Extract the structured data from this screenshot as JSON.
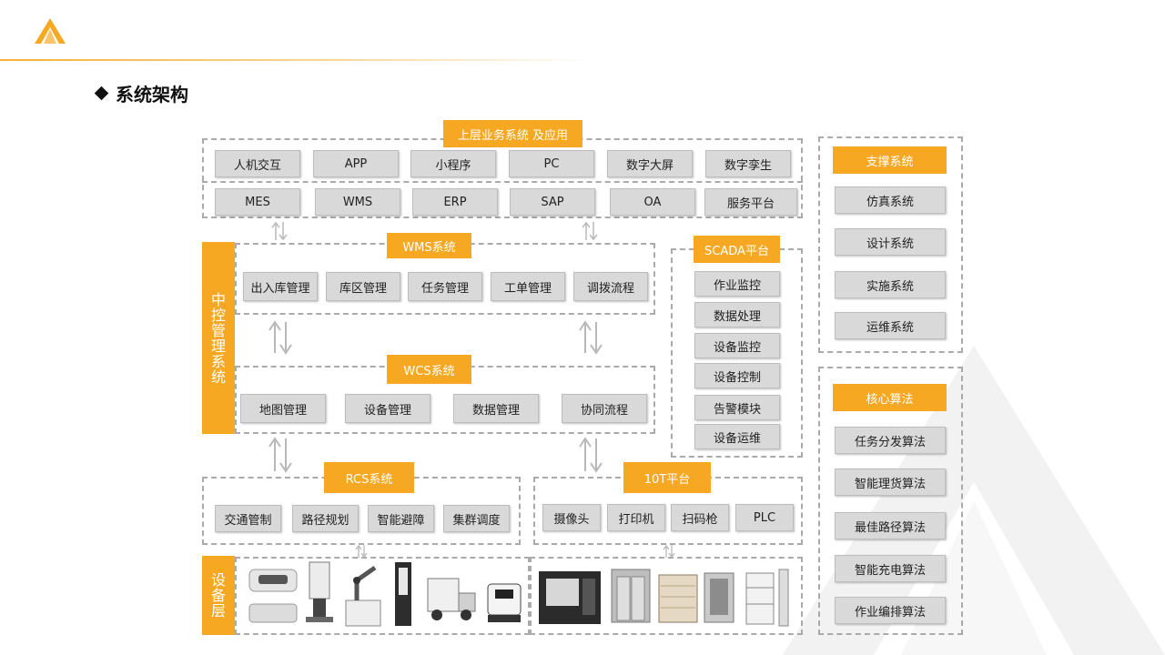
{
  "page": {
    "title": "系统架构"
  },
  "top_layer": {
    "title": "上层业务系统 及应用",
    "row1": [
      "人机交互",
      "APP",
      "小程序",
      "PC",
      "数字大屏",
      "数字孪生"
    ],
    "row2": [
      "MES",
      "WMS",
      "ERP",
      "SAP",
      "OA",
      "服务平台"
    ]
  },
  "central": {
    "label_chars": [
      "中",
      "控",
      "管",
      "理",
      "系",
      "统"
    ]
  },
  "wms": {
    "title": "WMS系统",
    "items": [
      "出入库管理",
      "库区管理",
      "任务管理",
      "工单管理",
      "调拨流程"
    ]
  },
  "wcs": {
    "title": "WCS系统",
    "items": [
      "地图管理",
      "设备管理",
      "数据管理",
      "协同流程"
    ]
  },
  "scada": {
    "title": "SCADA平台",
    "items": [
      "作业监控",
      "数据处理",
      "设备监控",
      "设备控制",
      "告警模块",
      "设备运维"
    ]
  },
  "rcs": {
    "title": "RCS系统",
    "items": [
      "交通管制",
      "路径规划",
      "智能避障",
      "集群调度"
    ]
  },
  "iot": {
    "title": "10T平台",
    "items": [
      "摄像头",
      "打印机",
      "扫码枪",
      "PLC"
    ]
  },
  "device_layer": {
    "label_chars": [
      "设",
      "备",
      "层"
    ]
  },
  "support": {
    "title": "支撑系统",
    "items": [
      "仿真系统",
      "设计系统",
      "实施系统",
      "运维系统"
    ]
  },
  "core": {
    "title": "核心算法",
    "items": [
      "任务分发算法",
      "智能理货算法",
      "最佳路径算法",
      "智能充电算法",
      "作业编排算法"
    ]
  },
  "colors": {
    "accent": "#f7a823",
    "box": "#d9d9d9",
    "dash": "#aaaaaa"
  },
  "icons": [
    "logo-icon",
    "diamond-icon",
    "bidirectional-arrow-icon"
  ]
}
